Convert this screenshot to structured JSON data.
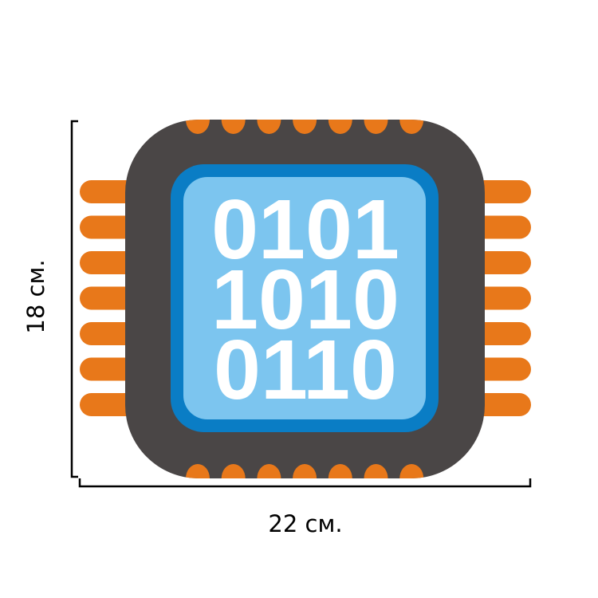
{
  "chip": {
    "binary_lines": [
      "0101",
      "1010",
      "0110"
    ],
    "pins_per_side": 7
  },
  "dimensions": {
    "height_label": "18 см.",
    "width_label": "22 см."
  },
  "colors": {
    "body": "#4a4646",
    "pin": "#e8781a",
    "frame": "#0a7dc5",
    "die": "#7cc5ef",
    "text": "#ffffff"
  }
}
